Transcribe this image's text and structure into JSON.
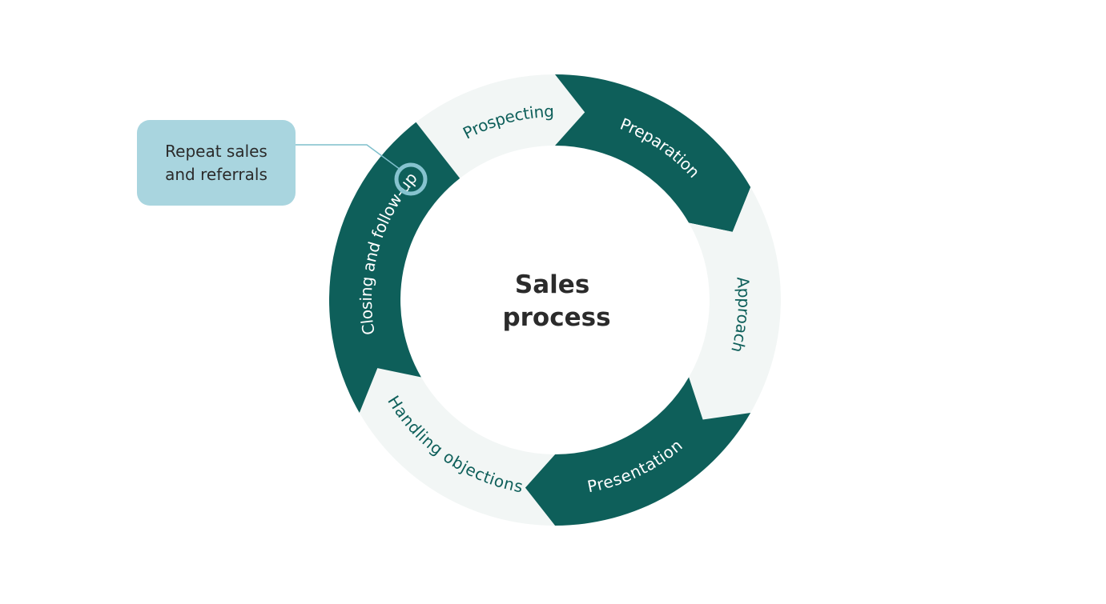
{
  "diagram": {
    "center_title": [
      "Sales",
      "process"
    ],
    "stages": [
      {
        "label": "Prospecting",
        "style": "light"
      },
      {
        "label": "Preparation",
        "style": "dark"
      },
      {
        "label": "Approach",
        "style": "light"
      },
      {
        "label": "Presentation",
        "style": "dark"
      },
      {
        "label": "Handling objections",
        "style": "light"
      },
      {
        "label": "Closing and follow-up",
        "style": "dark"
      }
    ],
    "callout": {
      "lines": [
        "Repeat sales",
        "and referrals"
      ]
    },
    "colors": {
      "dark_segment": "#0e5f5a",
      "light_segment": "#f2f6f5",
      "callout_fill": "#a9d5df",
      "connector": "#7fbfcc"
    }
  }
}
